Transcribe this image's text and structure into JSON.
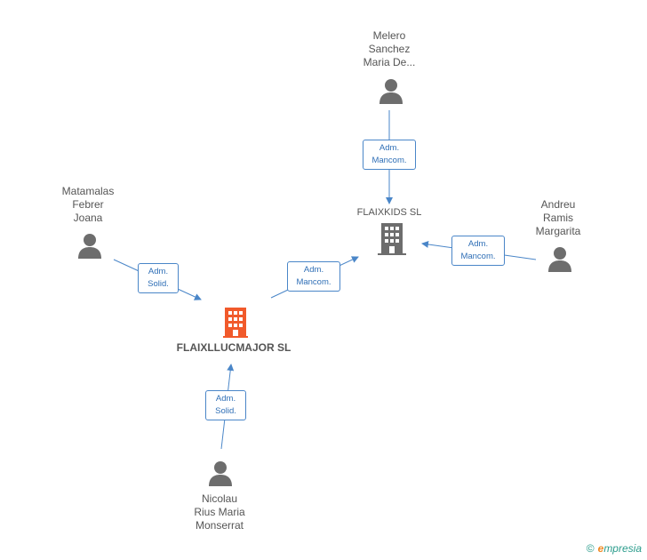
{
  "nodes": {
    "flaixllucmajor": {
      "label": "FLAIXLLUCMAJOR SL",
      "type": "company",
      "color": "#f15a2b"
    },
    "flaixkids": {
      "label": "FLAIXKIDS  SL",
      "type": "company",
      "color": "#6d6d6d"
    },
    "melero": {
      "label": "Melero\nSanchez\nMaria De...",
      "type": "person"
    },
    "matamalas": {
      "label": "Matamalas\nFebrer\nJoana",
      "type": "person"
    },
    "andreu": {
      "label": "Andreu\nRamis\nMargarita",
      "type": "person"
    },
    "nicolau": {
      "label": "Nicolau\nRius Maria\nMonserrat",
      "type": "person"
    }
  },
  "edges": [
    {
      "from": "melero",
      "to": "flaixkids",
      "label": "Adm.\nMancom."
    },
    {
      "from": "andreu",
      "to": "flaixkids",
      "label": "Adm.\nMancom."
    },
    {
      "from": "flaixllucmajor",
      "to": "flaixkids",
      "label": "Adm.\nMancom."
    },
    {
      "from": "matamalas",
      "to": "flaixllucmajor",
      "label": "Adm.\nSolid."
    },
    {
      "from": "nicolau",
      "to": "flaixllucmajor",
      "label": "Adm.\nSolid."
    }
  ],
  "colors": {
    "edge": "#4a86c8",
    "person": "#6d6d6d"
  },
  "brand": {
    "copyright": "©",
    "initial": "e",
    "name": "mpresia"
  }
}
